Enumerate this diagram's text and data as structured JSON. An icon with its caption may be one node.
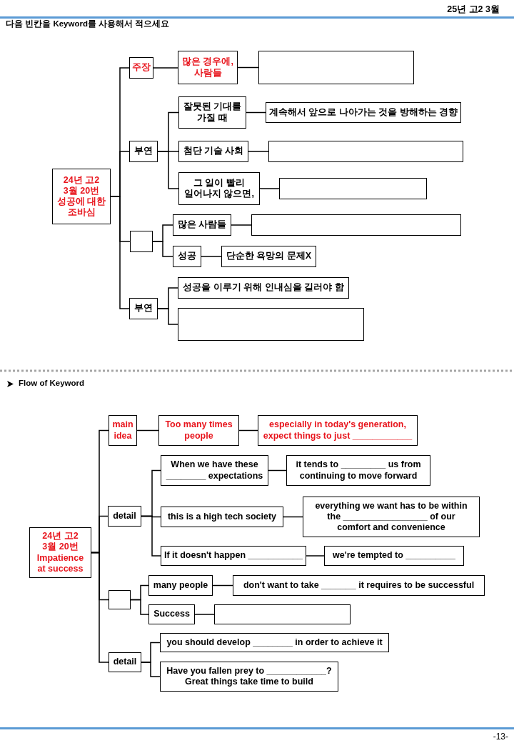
{
  "diagram": {
    "nodes": [
      {
        "text": [
          "24년 고2 3월 20번 성공에 대한 조바심"
        ]
      },
      {
        "text": [
          "주장"
        ]
      },
      {
        "text": [
          "많은 경우에, 사람들"
        ]
      },
      {
        "text": [],
        "shape": "box"
      },
      {
        "text": [
          "부연"
        ]
      },
      {
        "text": [
          "잘못된 기대를 가질 때"
        ]
      },
      {
        "text": [
          "계속해서 앞으로 나아가는 것을 방해하는 경향"
        ]
      },
      {
        "text": [
          "첨단 기술 사회"
        ]
      },
      {
        "text": [],
        "shape": "box"
      },
      {
        "text": [
          "그 일이 빨리 일어나지 않으면,"
        ]
      },
      {
        "text": [],
        "shape": "box"
      },
      {
        "text": [],
        "shape": "box"
      },
      {
        "text": [
          "많은 사람들"
        ]
      },
      {
        "text": [],
        "shape": "box"
      },
      {
        "text": [
          "성공"
        ]
      },
      {
        "text": [
          "단순한 욕망의 문제X"
        ]
      },
      {
        "text": [
          "부연"
        ]
      },
      {
        "text": [
          "성공을 이루기 위해 인내심을 길러야 함"
        ]
      },
      {
        "text": [],
        "shape": "box"
      },
      {
        "text": [
          "24년 고2 3월 20번 Impatience at success"
        ]
      },
      {
        "text": [
          "main idea"
        ]
      },
      {
        "text": [
          "Too many times people"
        ]
      },
      {
        "text": [
          "especially in today's generation, expect things to just ____________"
        ]
      },
      {
        "text": [
          "detail"
        ]
      },
      {
        "text": [
          "When we have these ________ expectations"
        ]
      },
      {
        "text": [
          "it tends to _________ us from continuing to move forward"
        ]
      },
      {
        "text": [
          "this is a high tech society"
        ]
      },
      {
        "text": [
          "everything we want has to be within the _________________ of our comfort and convenience"
        ]
      },
      {
        "text": [
          "If it doesn't happen ___________"
        ]
      },
      {
        "text": [
          "we're tempted to __________"
        ]
      },
      {
        "text": [],
        "shape": "box"
      },
      {
        "text": [
          "many people"
        ]
      },
      {
        "text": [
          "don't want to take _______ it requires to be successful"
        ]
      },
      {
        "text": [
          "Success"
        ]
      },
      {
        "text": [],
        "shape": "box"
      },
      {
        "text": [
          "detail"
        ]
      },
      {
        "text": [
          "you should develop ________ in order to achieve it"
        ]
      },
      {
        "text": [
          "Have you fallen prey to ____________? Great things take time to build"
        ]
      }
    ],
    "edges": [
      {
        "from": 0,
        "to": 1,
        "arrow": "none"
      },
      {
        "from": 1,
        "to": 2,
        "arrow": "none"
      },
      {
        "from": 2,
        "to": 3,
        "arrow": "none"
      },
      {
        "from": 0,
        "to": 4,
        "arrow": "none"
      },
      {
        "from": 4,
        "to": 5,
        "arrow": "none"
      },
      {
        "from": 5,
        "to": 6,
        "arrow": "none"
      },
      {
        "from": 4,
        "to": 7,
        "arrow": "none"
      },
      {
        "from": 7,
        "to": 8,
        "arrow": "none"
      },
      {
        "from": 4,
        "to": 9,
        "arrow": "none"
      },
      {
        "from": 9,
        "to": 10,
        "arrow": "none"
      },
      {
        "from": 0,
        "to": 11,
        "arrow": "none"
      },
      {
        "from": 11,
        "to": 12,
        "arrow": "none"
      },
      {
        "from": 12,
        "to": 13,
        "arrow": "none"
      },
      {
        "from": 11,
        "to": 14,
        "arrow": "none"
      },
      {
        "from": 14,
        "to": 15,
        "arrow": "none"
      },
      {
        "from": 0,
        "to": 16,
        "arrow": "none"
      },
      {
        "from": 16,
        "to": 17,
        "arrow": "none"
      },
      {
        "from": 16,
        "to": 18,
        "arrow": "none"
      },
      {
        "from": 19,
        "to": 20,
        "arrow": "none"
      },
      {
        "from": 20,
        "to": 21,
        "arrow": "none"
      },
      {
        "from": 21,
        "to": 22,
        "arrow": "none"
      },
      {
        "from": 19,
        "to": 23,
        "arrow": "none"
      },
      {
        "from": 23,
        "to": 24,
        "arrow": "none"
      },
      {
        "from": 24,
        "to": 25,
        "arrow": "none"
      },
      {
        "from": 23,
        "to": 26,
        "arrow": "none"
      },
      {
        "from": 26,
        "to": 27,
        "arrow": "none"
      },
      {
        "from": 23,
        "to": 28,
        "arrow": "none"
      },
      {
        "from": 28,
        "to": 29,
        "arrow": "none"
      },
      {
        "from": 19,
        "to": 30,
        "arrow": "none"
      },
      {
        "from": 30,
        "to": 31,
        "arrow": "none"
      },
      {
        "from": 31,
        "to": 32,
        "arrow": "none"
      },
      {
        "from": 30,
        "to": 33,
        "arrow": "none"
      },
      {
        "from": 33,
        "to": 34,
        "arrow": "none"
      },
      {
        "from": 19,
        "to": 35,
        "arrow": "none"
      },
      {
        "from": 35,
        "to": 36,
        "arrow": "none"
      },
      {
        "from": 35,
        "to": 37,
        "arrow": "none"
      }
    ],
    "labels": [
      "25년 고2 3월",
      "다음 빈칸을 Keyword를 사용해서 적으세요",
      "Flow of Keyword",
      "-13-"
    ]
  }
}
